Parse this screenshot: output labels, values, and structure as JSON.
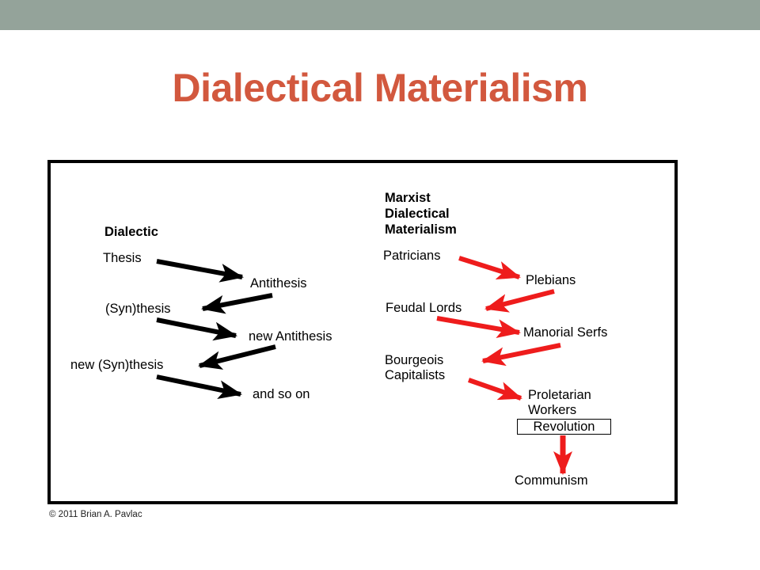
{
  "slide": {
    "title": "Dialectical Materialism",
    "title_color": "#d2583e",
    "band_color": "#94a39a"
  },
  "diagram": {
    "dialectic": {
      "heading": "Dialectic",
      "terms": [
        "Thesis",
        "Antithesis",
        "(Syn)thesis",
        "new Antithesis",
        "new (Syn)thesis",
        "and so on"
      ],
      "arrow_color": "#000000"
    },
    "marxist": {
      "heading_lines": [
        "Marxist",
        "Dialectical",
        "Materialism"
      ],
      "patricians": "Patricians",
      "plebians": "Plebians",
      "feudal_lords": "Feudal Lords",
      "manorial_serfs": "Manorial Serfs",
      "bourgeois_lines": [
        "Bourgeois",
        "Capitalists"
      ],
      "proletarian_lines": [
        "Proletarian",
        "Workers"
      ],
      "revolution": "Revolution",
      "communism": "Communism",
      "arrow_color": "#ee1c1c"
    }
  },
  "copyright": "© 2011 Brian A. Pavlac"
}
